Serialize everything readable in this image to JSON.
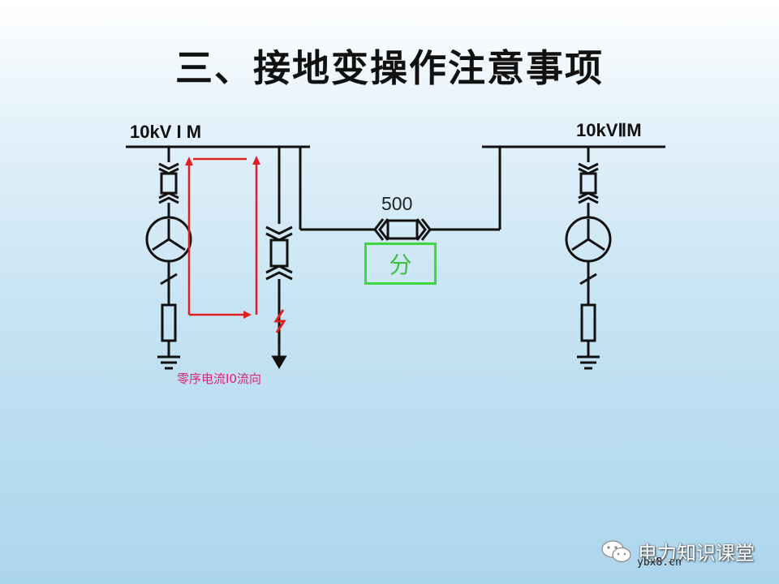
{
  "title": "三、接地变操作注意事项",
  "bus1_label": "10kV I M",
  "bus2_label": "10kVⅡM",
  "bus_tie_breaker_value": "500",
  "bus_tie_breaker_state": "分",
  "zero_sequence_current_label": "零序电流I0流向",
  "watermark": {
    "brand": "电力知识课堂",
    "url": "ybx8.cn",
    "icon": "wechat-icon"
  },
  "colors": {
    "line": "#111111",
    "current_path": "#e02020",
    "state_box": "#3fd63f",
    "label_magenta": "#e0207a"
  }
}
